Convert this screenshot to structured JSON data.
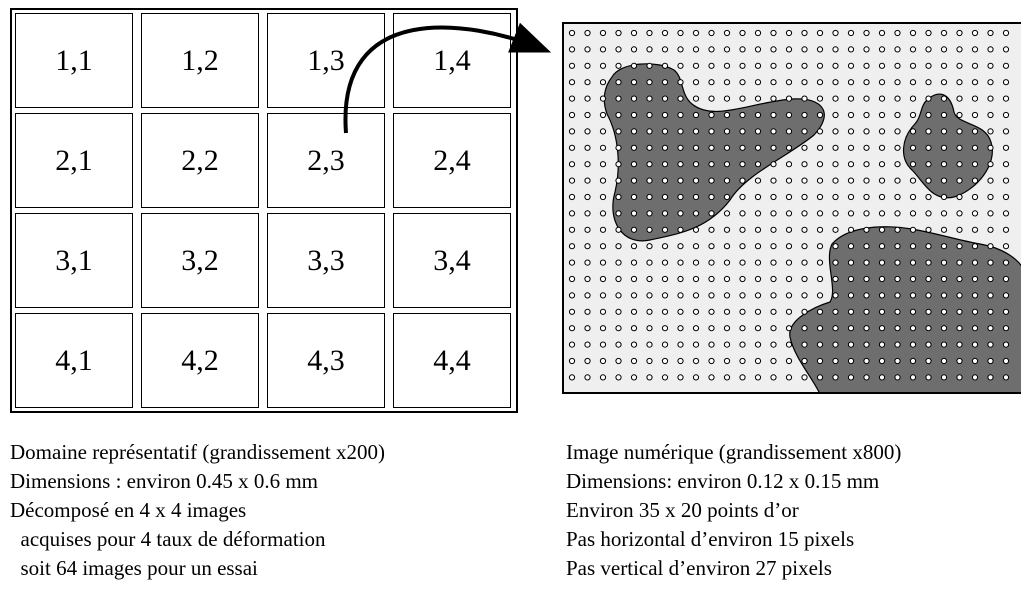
{
  "grid": {
    "rows": [
      [
        "1,1",
        "1,2",
        "1,3",
        "1,4"
      ],
      [
        "2,1",
        "2,2",
        "2,3",
        "2,4"
      ],
      [
        "3,1",
        "3,2",
        "3,3",
        "3,4"
      ],
      [
        "4,1",
        "4,2",
        "4,3",
        "4,4"
      ]
    ]
  },
  "numeric_image": {
    "background_color": "#efefef",
    "region_color": "#6e6e6e",
    "dot_color": "#000000"
  },
  "caption_left": {
    "line1": "Domaine représentatif (grandissement x200)",
    "line2": "Dimensions : environ 0.45 x 0.6 mm",
    "line3": "Décomposé en 4 x 4 images",
    "line4": "  acquises pour 4 taux de déformation",
    "line5": "  soit 64 images pour un essai"
  },
  "caption_right": {
    "line1": "Image numérique (grandissement x800)",
    "line2": "Dimensions: environ 0.12 x 0.15 mm",
    "line3": "Environ 35 x 20 points d’or",
    "line4": "Pas horizontal d’environ 15 pixels",
    "line5": "Pas vertical d’environ 27 pixels"
  }
}
